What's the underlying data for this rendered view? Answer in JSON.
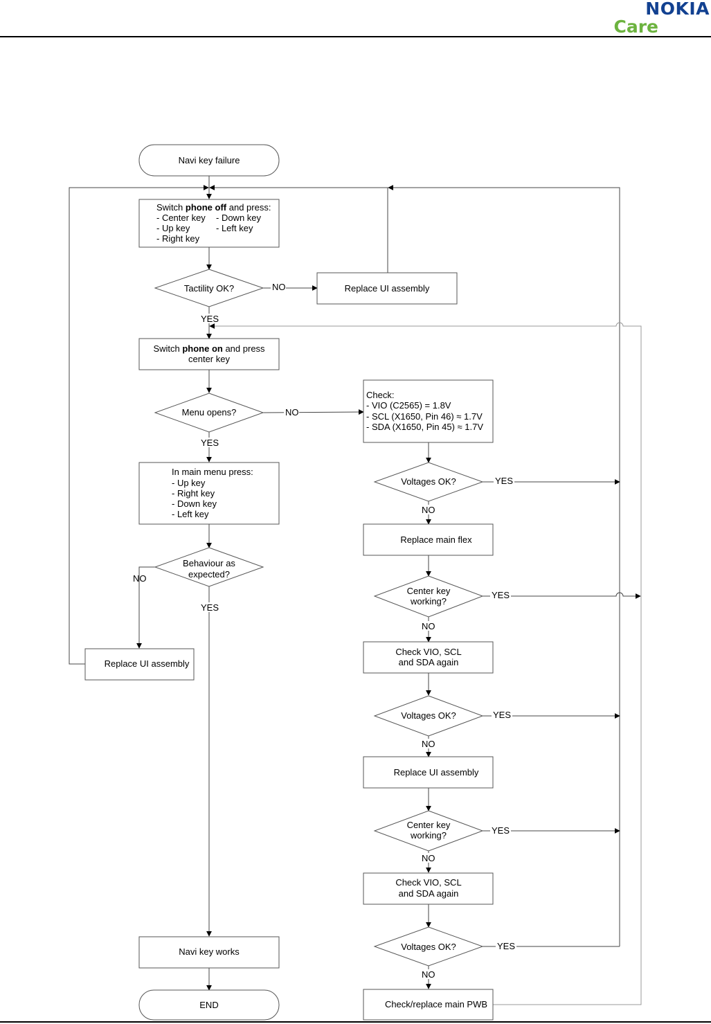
{
  "header": {
    "logo_brand": "NOKIA",
    "logo_sub": "Care",
    "brand_color": "#124191",
    "sub_color": "#6cb33f"
  },
  "flowchart": {
    "start": "Navi key failure",
    "step_phone_off": {
      "l1_a": "Switch ",
      "l1_b": "phone off",
      "l1_c": " and press:",
      "l2_a": "- Center key",
      "l2_b": "- Down key",
      "l3_a": "- Up key",
      "l3_b": "- Left key",
      "l4": "- Right key"
    },
    "d_tactility": "Tactility OK?",
    "replace_ui_1": "Replace UI assembly",
    "step_phone_on": {
      "l1_a": "Switch ",
      "l1_b": "phone on",
      "l1_c": " and press",
      "l2": "center key"
    },
    "d_menu": "Menu opens?",
    "check_voltages": {
      "l1": "Check:",
      "l2": "- VIO (C2565) = 1.8V",
      "l3": "- SCL (X1650, Pin 46) ≈ 1.7V",
      "l4": "- SDA (X1650, Pin 45) ≈ 1.7V"
    },
    "main_menu": {
      "l1": "In main menu press:",
      "l2": "- Up key",
      "l3": "- Right key",
      "l4": "- Down key",
      "l5": "- Left key"
    },
    "d_voltages_1": "Voltages OK?",
    "replace_main_flex": "Replace main flex",
    "d_behaviour": {
      "l1": "Behaviour as",
      "l2": "expected?"
    },
    "d_center_1": {
      "l1": "Center key",
      "l2": "working?"
    },
    "replace_ui_2": "Replace UI assembly",
    "check_again_1": {
      "l1": "Check VIO, SCL",
      "l2": "and SDA again"
    },
    "d_voltages_2": "Voltages OK?",
    "replace_ui_3": "Replace UI assembly",
    "d_center_2": {
      "l1": "Center key",
      "l2": "working?"
    },
    "check_again_2": {
      "l1": "Check VIO, SCL",
      "l2": "and SDA again"
    },
    "navi_works": "Navi key works",
    "d_voltages_3": "Voltages OK?",
    "end": "END",
    "check_pwb": "Check/replace main PWB",
    "labels": {
      "yes": "YES",
      "no": "NO"
    }
  }
}
